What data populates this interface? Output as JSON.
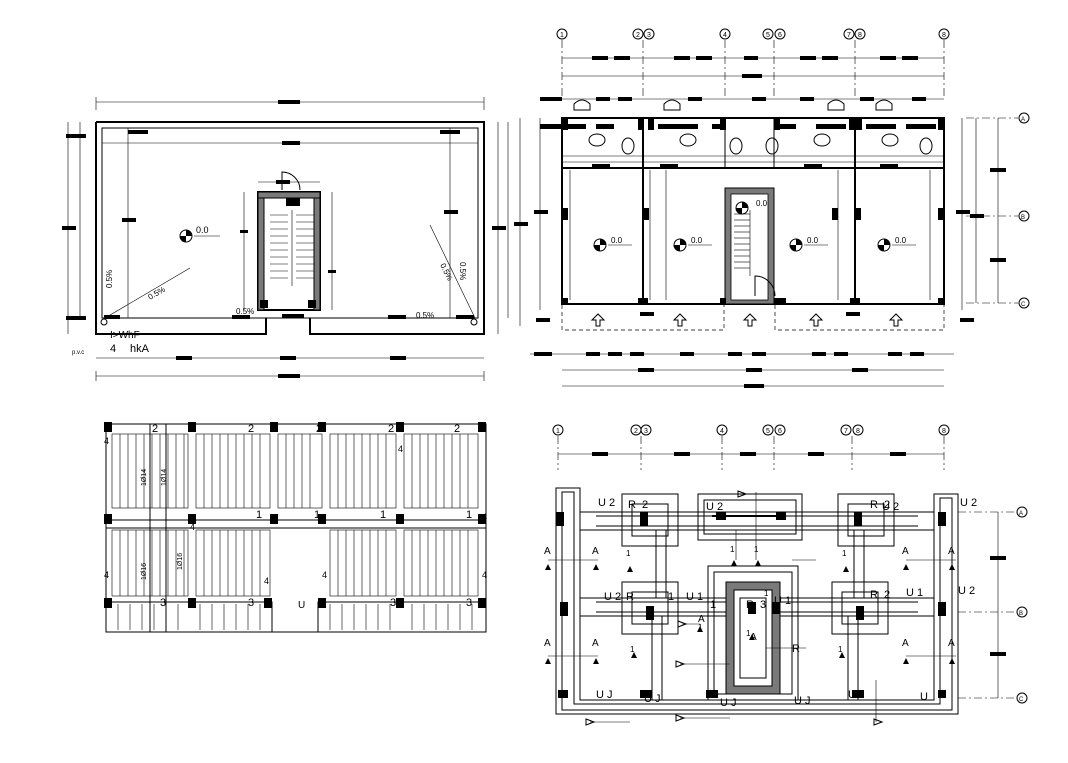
{
  "drawing": {
    "level_marks": {
      "roof": "0.0",
      "stair": "0.0",
      "rooms": [
        "0.0",
        "0.0",
        "0.0",
        "0.0"
      ]
    },
    "slopes": {
      "left_vertical": "0.5%",
      "left_diagonal": "0.5%",
      "bottom_left": "0.5%",
      "right_diagonal": "0.5%",
      "right_vertical": "0.5%",
      "bottom_right": "0.5%"
    },
    "roof_notes": {
      "line_1": "I>WhF",
      "line_2": "4",
      "line_3": "hkA",
      "pipe_label": "p.v.c"
    },
    "grid_labels_top": [
      "1",
      "2",
      "3",
      "4",
      "5",
      "6",
      "7",
      "8",
      "8"
    ],
    "grid_labels_right": [
      "A",
      "B",
      "C"
    ],
    "slab_labels": {
      "top": [
        "2",
        "2",
        "2",
        "2",
        "2"
      ],
      "middle": [
        "1",
        "1",
        "1",
        "1"
      ],
      "bottom": [
        "3",
        "3",
        "3",
        "3"
      ],
      "side": [
        "4",
        "4",
        "4",
        "4",
        "4",
        "4",
        "4",
        "4"
      ],
      "rebar": [
        "1Ø14",
        "1Ø14",
        "1Ø16",
        "1Ø16"
      ],
      "u_label": "U"
    },
    "foundation": {
      "footings": [
        "R",
        "R",
        "R",
        "R",
        "R",
        "R"
      ],
      "footing_numbers": [
        "2",
        "2",
        "1",
        "2",
        "1",
        "3"
      ],
      "beam_labels": [
        "U 2",
        "U 2",
        "U 2",
        "U 2",
        "U 1",
        "U 1",
        "U 1"
      ],
      "edge_labels": [
        "U J",
        "U J",
        "U J",
        "U J",
        "U",
        "U J"
      ],
      "section_marks": [
        "A",
        "A",
        "A",
        "A",
        "A",
        "A",
        "A",
        "A",
        "A",
        "A"
      ],
      "arrow_numbers": [
        "1",
        "1",
        "1",
        "1",
        "1",
        "1",
        "1",
        "1",
        "1"
      ],
      "right_labels": [
        "U 2",
        "U 2"
      ]
    }
  }
}
